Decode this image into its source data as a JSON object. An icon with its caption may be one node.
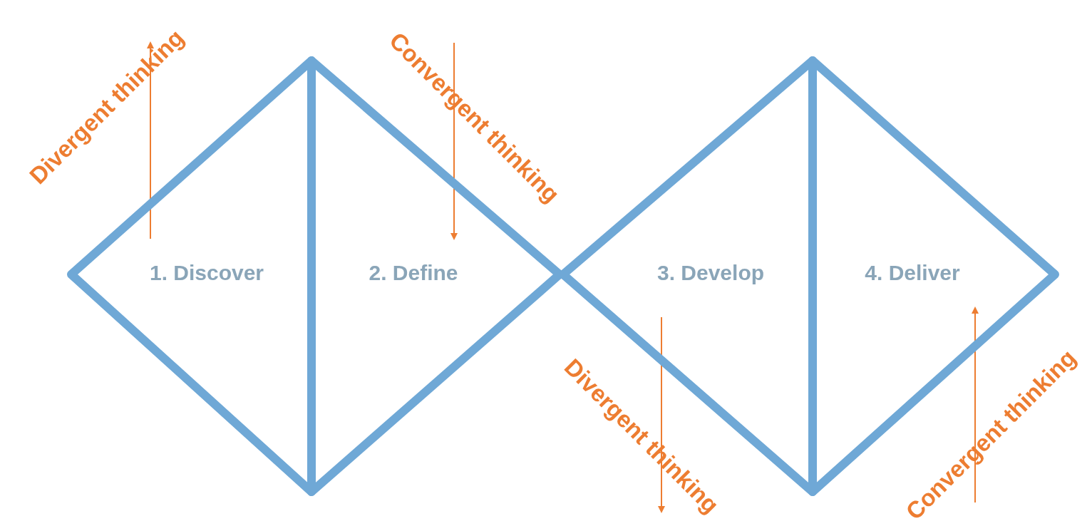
{
  "diagram": {
    "nodes": [
      {
        "text": [
          "1. Discover"
        ]
      },
      {
        "text": [
          "2. Define"
        ]
      },
      {
        "text": [
          "3. Develop"
        ]
      },
      {
        "text": [
          "4. Deliver"
        ]
      }
    ],
    "labels": [
      "Divergent thinking",
      "Convergent thinking",
      "Divergent thinking",
      "Convergent thinking"
    ]
  }
}
